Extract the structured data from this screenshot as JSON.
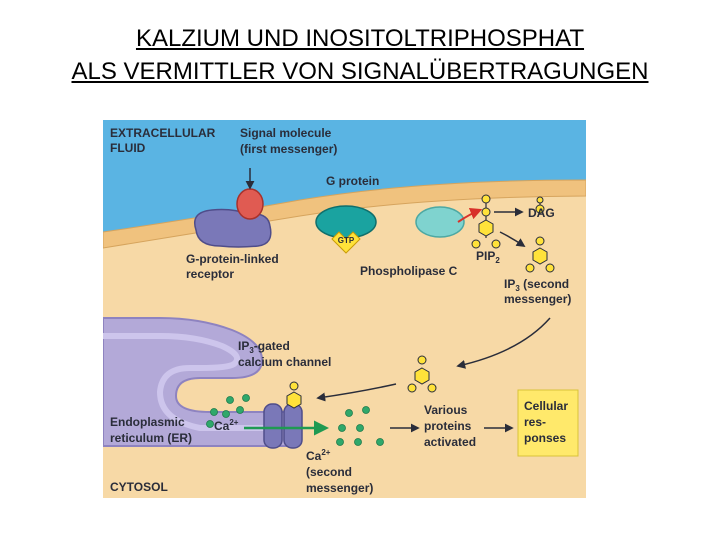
{
  "title": {
    "line1": "KALZIUM UND INOSITOLTRIPHOSPHAT",
    "line2": "ALS VERMITTLER VON SIGNALÜBERTRAGUNGEN"
  },
  "diagram": {
    "extracellular_1": "EXTRACELLULAR",
    "extracellular_2": "FLUID",
    "signal_1": "Signal molecule",
    "signal_2": "(first messenger)",
    "g_protein": "G protein",
    "gtp": "GTP",
    "dag": "DAG",
    "receptor_1": "G-protein-linked",
    "receptor_2": "receptor",
    "phospholipase": "Phospholipase C",
    "pip2_main": "PIP",
    "pip2_sub": "2",
    "ip3_main": "IP",
    "ip3_sub": "3",
    "ip3_rest": " (second",
    "ip3_2": "messenger)",
    "gated_main": "IP",
    "gated_sub": "3",
    "gated_rest": "-gated",
    "gated_2": "calcium channel",
    "er_1": "Endoplasmic",
    "er_2": "reticulum (ER)",
    "ca_er": "Ca",
    "ca_er_sup": "2+",
    "various_1": "Various",
    "various_2": "proteins",
    "various_3": "activated",
    "cellular_1": "Cellular",
    "cellular_2": "res-",
    "cellular_3": "ponses",
    "ca_main": "Ca",
    "ca_sup": "2+",
    "ca_2": "(second",
    "ca_3": "messenger)",
    "cytosol": "CYTOSOL"
  },
  "colors": {
    "extracellular": "#5ab4e3",
    "cytosol": "#f7d9a6",
    "membrane": "#f0c27e",
    "er": "#b3a9d8",
    "receptor": "#7a78b8",
    "g_protein": "#1aa3a0",
    "phospholipase": "#7fd3cf",
    "signal": "#e05b52",
    "response_box": "#ffe96b",
    "ca_ion": "#2fa86b",
    "ip3": "#f3e21f"
  }
}
